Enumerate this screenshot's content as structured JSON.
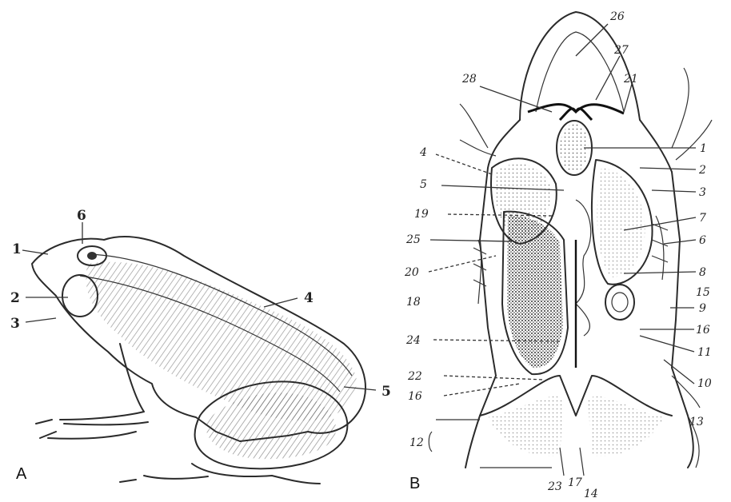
{
  "panels": {
    "a": "A",
    "b": "B"
  },
  "frog_labels": [
    "1",
    "6",
    "2",
    "3",
    "4",
    "5"
  ],
  "anatomy_labels": [
    "26",
    "27",
    "28",
    "21",
    "1",
    "4",
    "2",
    "5",
    "3",
    "19",
    "7",
    "25",
    "6",
    "20",
    "8",
    "15",
    "18",
    "9",
    "16",
    "24",
    "11",
    "22",
    "16",
    "10",
    "13",
    "12",
    "23",
    "17",
    "14"
  ],
  "colors": {
    "ink": "#2b2b2b",
    "background": "#ffffff",
    "stipple": "#555555",
    "vessel": "#111111"
  }
}
